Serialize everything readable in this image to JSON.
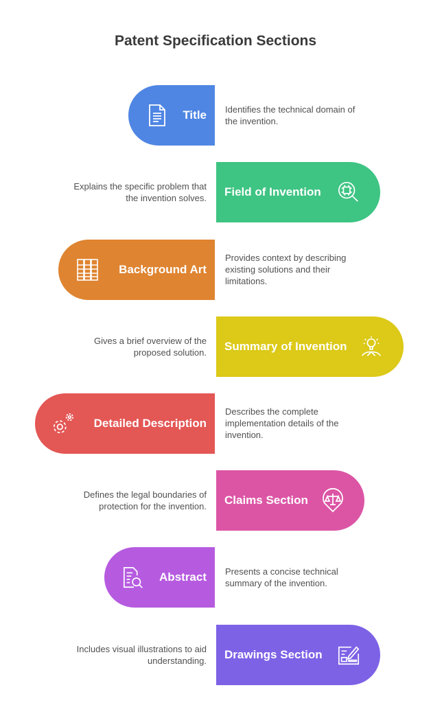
{
  "title": "Patent Specification Sections",
  "sections": [
    {
      "label": "Title",
      "description": "Identifies the technical domain of the invention.",
      "color": "#4F86E3",
      "icon": "document-icon"
    },
    {
      "label": "Field of Invention",
      "description": "Explains the specific problem that the invention solves.",
      "color": "#3EC483",
      "icon": "chip-search-icon"
    },
    {
      "label": "Background Art",
      "description": "Provides context by describing existing solutions and their limitations.",
      "color": "#DF8431",
      "icon": "books-icon"
    },
    {
      "label": "Summary of Invention",
      "description": "Gives a brief overview of the proposed solution.",
      "color": "#DCC918",
      "icon": "lightbulb-hand-icon"
    },
    {
      "label": "Detailed Description",
      "description": "Describes the complete implementation details of the invention.",
      "color": "#E35755",
      "icon": "gears-icon"
    },
    {
      "label": "Claims Section",
      "description": "Defines the legal boundaries of protection for the invention.",
      "color": "#DC55A5",
      "icon": "scales-pin-icon"
    },
    {
      "label": "Abstract",
      "description": "Presents a concise technical summary of the invention.",
      "color": "#B65BE0",
      "icon": "document-search-icon"
    },
    {
      "label": "Drawings Section",
      "description": "Includes visual illustrations to aid understanding.",
      "color": "#7D62E6",
      "icon": "drawing-board-icon"
    }
  ]
}
